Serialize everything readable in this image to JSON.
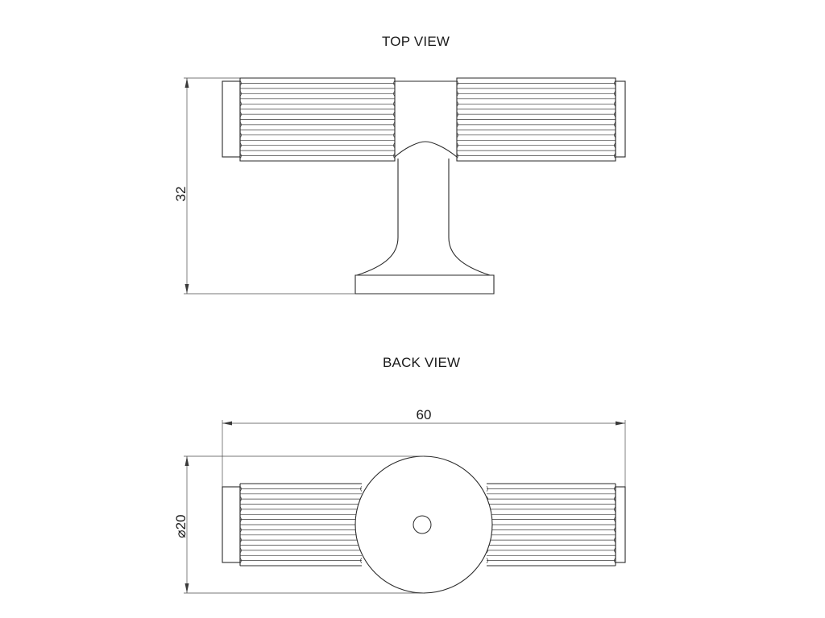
{
  "views": {
    "top": {
      "title": "TOP VIEW"
    },
    "back": {
      "title": "BACK VIEW"
    }
  },
  "dimensions": {
    "height": "32",
    "width": "60",
    "diameter_symbol": "⌀",
    "diameter_value": "20"
  },
  "colors": {
    "line": "#2a2a2a",
    "background": "#ffffff"
  }
}
